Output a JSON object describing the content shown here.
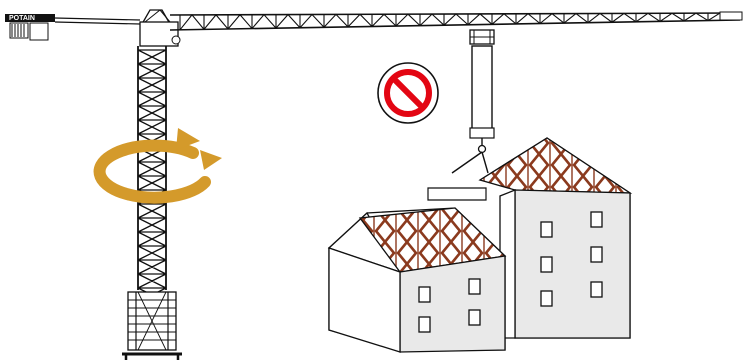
{
  "crane": {
    "brand_label": "POTAIN",
    "counterjib_icon": "counterweight-icon",
    "jib_icon": "lattice-jib-icon",
    "mast_icon": "lattice-mast-icon",
    "base_icon": "ballast-base-icon"
  },
  "slewing": {
    "icon": "rotation-arrow-icon",
    "color": "#D49A2B"
  },
  "prohibition": {
    "icon": "no-entry-icon",
    "color": "#E30613"
  },
  "load": {
    "icon": "hook-block-icon",
    "sling_icon": "sling-icon"
  },
  "buildings": {
    "roof_pattern_color": "#8B3A1E",
    "left": {
      "window_count": 4
    },
    "right": {
      "window_count": 6
    }
  }
}
